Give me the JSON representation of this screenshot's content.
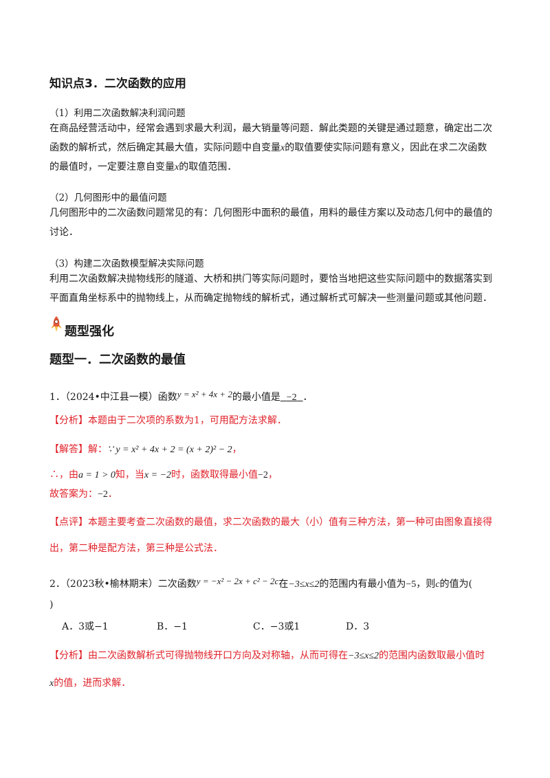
{
  "kp3": {
    "title": "知识点3．二次函数的应用",
    "s1_title": "（1）利用二次函数解决利润问题",
    "s1_l1": "在商品经营活动中，经常会遇到求最大利润，最大销量等问题．解此类题的关键是通过题意，确定出二次",
    "s1_l2a": "函数的解析式，然后确定其最大值，实际问题中自变量",
    "s1_l2b": "x",
    "s1_l2c": "的取值要使实际问题有意义，因此在求二次函数",
    "s1_l3a": "的最值时，一定要注意自变量",
    "s1_l3b": "x",
    "s1_l3c": "的取值范围．",
    "s2_title": "（2）几何图形中的最值问题",
    "s2_l1": "几何图形中的二次函数问题常见的有：几何图形中面积的最值，用料的最佳方案以及动态几何中的最值的",
    "s2_l2": "讨论．",
    "s3_title": "（3）构建二次函数模型解决实际问题",
    "s3_l1": "利用二次函数解决抛物线形的隧道、大桥和拱门等实际问题时，要恰当地把这些实际问题中的数据落实到",
    "s3_l2": "平面直角坐标系中的抛物线上，从而确定抛物线的解析式，通过解析式可解决一些测量问题或其他问题．"
  },
  "section": {
    "title": "题型强化",
    "type1": "题型一．二次函数的最值"
  },
  "q1": {
    "stem_a": "1．（2024•中江县一模）函数",
    "func": "y = x² + 4x + 2",
    "stem_b": "的最小值是",
    "answer": "−2",
    "stem_c": "．",
    "analysis_tag": "【分析】",
    "analysis": "本题由于二次项的系数为1，可用配方法求解．",
    "solution_tag": "【解答】",
    "solution_a": "解：",
    "solution_math": "∵ y = x² + 4x + 2 = (x + 2)² − 2",
    "solution_b": "，",
    "l2a": "∴，由",
    "l2m1": "a = 1 > 0",
    "l2b": "知，当",
    "l2m2": "x = −2",
    "l2c": "时，函数取得最小值",
    "l2m3": "−2",
    "l2d": "，",
    "l3a": "故答案为：",
    "l3m": "−2",
    "l3b": "．",
    "comment_tag": "【点评】",
    "comment_l1": "本题主要考查二次函数的最值，求二次函数的最大（小）值有三种方法，第一种可由图象直接得",
    "comment_l2": "出，第二种是配方法，第三种是公式法．"
  },
  "q2": {
    "stem_a": "2．（2023秋•榆林期末）二次函数",
    "func": "y = −x² − 2x + c² − 2c",
    "stem_b": "在",
    "range": "−3≤x≤2",
    "stem_c": "的范围内有最小值为",
    "minval": "−5",
    "stem_d": "，则",
    "var_c": "c",
    "stem_e": "的值为(",
    "stem_f": ")",
    "optA_label": "A．",
    "optA_val": "3或−1",
    "optB_label": "B．",
    "optB_val": "−1",
    "optC_label": "C．",
    "optC_val": "−3或1",
    "optD_label": "D．",
    "optD_val": "3",
    "analysis_tag": "【分析】",
    "analysis_a": "由二次函数解析式可得抛物线开口方向及对称轴，从而可得在",
    "analysis_range": "−3≤x≤2",
    "analysis_b": "的范围内函数取最小值时",
    "analysis_x": "x",
    "analysis_c": "的值，进而求解．"
  },
  "colors": {
    "accent_red": "#e0222a",
    "text": "#1a1a1a"
  },
  "icons": {
    "section_icon": "rocket-icon"
  }
}
